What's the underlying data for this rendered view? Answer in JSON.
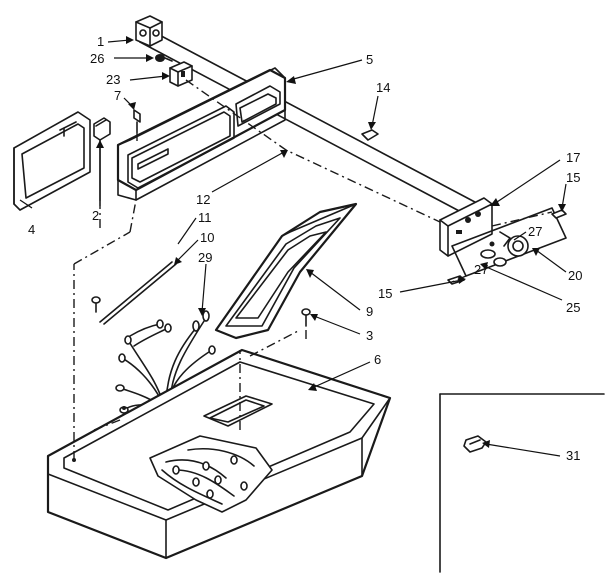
{
  "callouts": {
    "c1": "1",
    "c26": "26",
    "c23": "23",
    "c7": "7",
    "c5": "5",
    "c14": "14",
    "c4": "4",
    "c2": "2",
    "c12": "12",
    "c11": "11",
    "c10": "10",
    "c29": "29",
    "c17": "17",
    "c15a": "15",
    "c27a": "27",
    "c27b": "27",
    "c20": "20",
    "c25": "25",
    "c15b": "15",
    "c9": "9",
    "c3": "3",
    "c6": "6",
    "c31": "31"
  },
  "colors": {
    "ink": "#1a1a1a",
    "paper": "#ffffff"
  }
}
